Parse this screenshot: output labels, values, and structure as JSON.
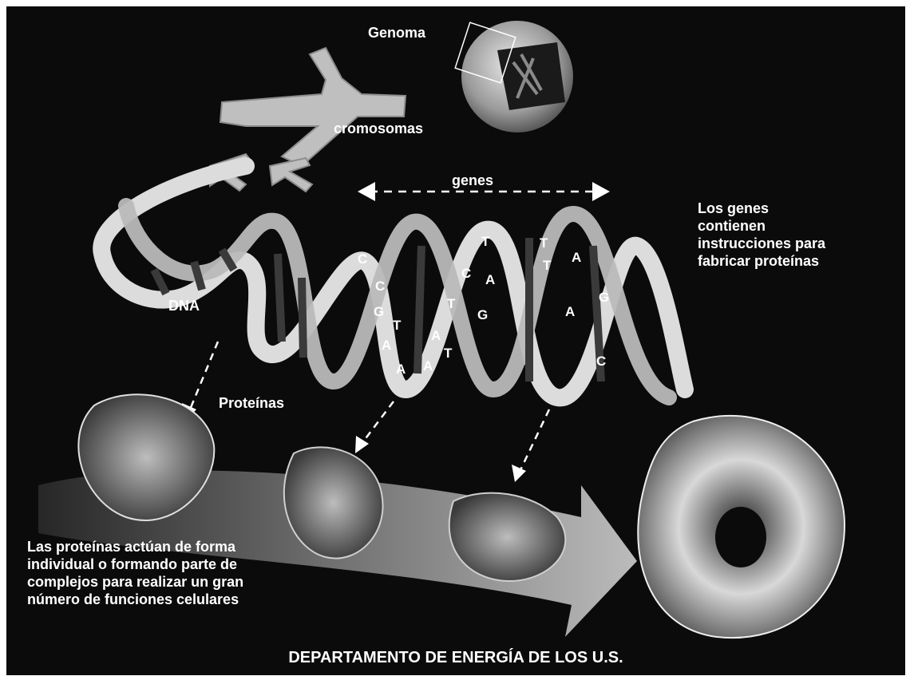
{
  "labels": {
    "genome": "Genoma",
    "chromosomes": "cromosomas",
    "genes": "genes",
    "dna": "DNA",
    "proteins": "Proteínas",
    "genes_note": "Los genes contienen instrucciones para fabricar proteínas",
    "proteins_note": "Las proteínas actúan de forma individual o formando parte de complejos para realizar un gran número de funciones celulares",
    "credit": "DEPARTAMENTO DE ENERGÍA DE LOS U.S."
  },
  "bases": [
    "C",
    "C",
    "G",
    "T",
    "A",
    "A",
    "A",
    "T",
    "T",
    "A",
    "G",
    "C",
    "A",
    "T",
    "T",
    "A",
    "T",
    "A",
    "G",
    "C"
  ],
  "colors": {
    "background": "#0b0b0b",
    "ribbon": "#d9d9d9",
    "rung_dark": "#3a3a3a",
    "text": "#ffffff"
  }
}
